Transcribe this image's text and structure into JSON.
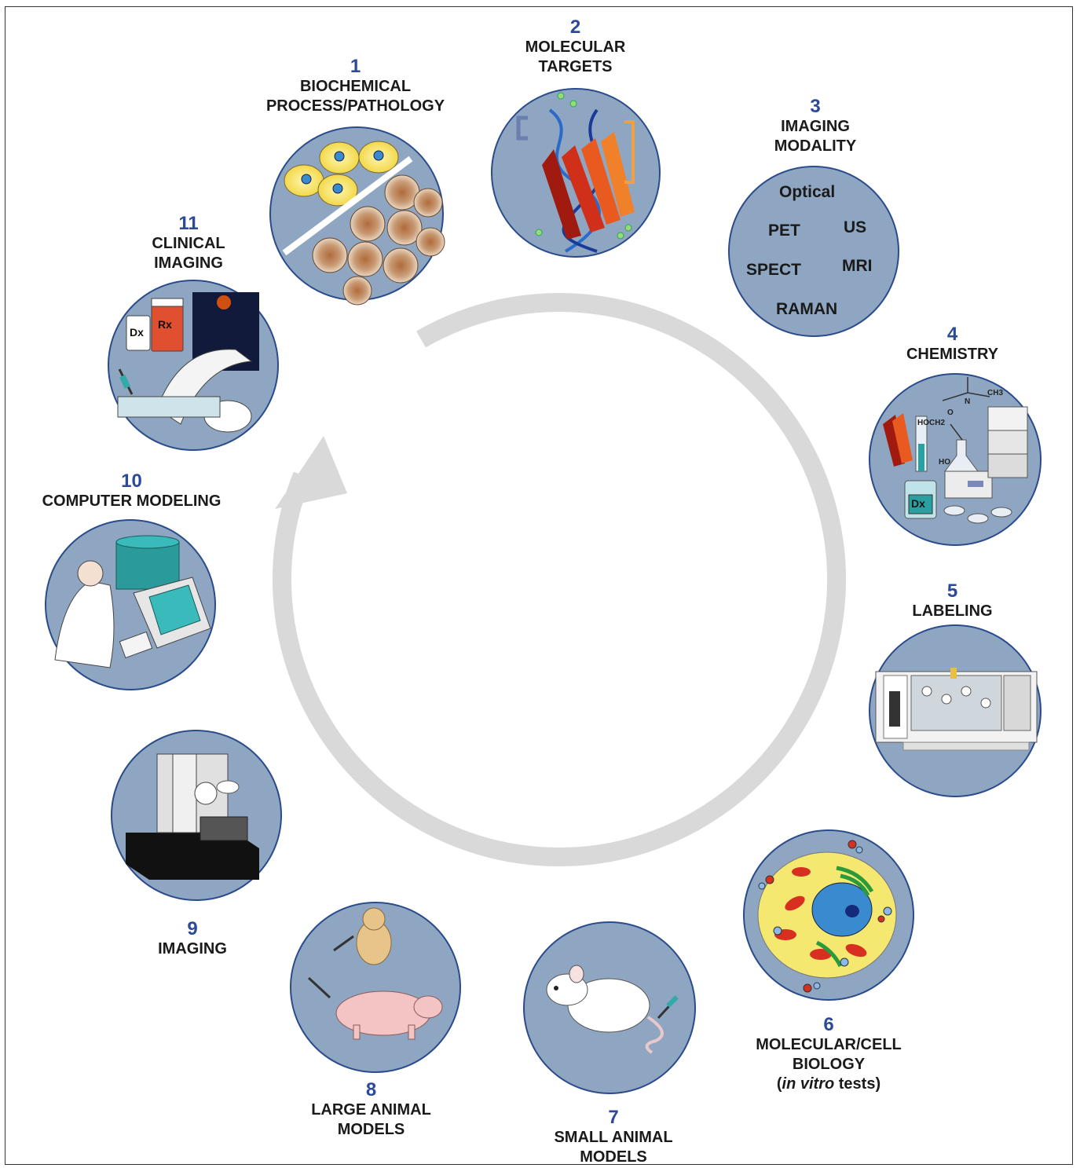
{
  "steps": [
    {
      "number": "1",
      "title": "BIOCHEMICAL\nPROCESS/PATHOLOGY"
    },
    {
      "number": "2",
      "title": "MOLECULAR\nTARGETS"
    },
    {
      "number": "3",
      "title": "IMAGING\nMODALITY"
    },
    {
      "number": "4",
      "title": "CHEMISTRY"
    },
    {
      "number": "5",
      "title": "LABELING"
    },
    {
      "number": "6",
      "title": "MOLECULAR/CELL\nBIOLOGY",
      "subtitle_italic": "in vitro",
      "subtitle_rest": " tests)"
    },
    {
      "number": "7",
      "title": "SMALL ANIMAL\nMODELS"
    },
    {
      "number": "8",
      "title": "LARGE ANIMAL\nMODELS"
    },
    {
      "number": "9",
      "title": "IMAGING"
    },
    {
      "number": "10",
      "title": "COMPUTER MODELING"
    },
    {
      "number": "11",
      "title": "CLINICAL\nIMAGING"
    }
  ],
  "modalities": [
    "Optical",
    "PET",
    "US",
    "SPECT",
    "MRI",
    "RAMAN"
  ],
  "chemistry_labels": {
    "ch3": "CH3",
    "hoch2": "HOCH2",
    "n": "N",
    "o": "O",
    "ho": "HO",
    "dx": "Dx"
  },
  "clinical_labels": {
    "dx": "Dx",
    "rx": "Rx"
  },
  "colors": {
    "circle_fill": "#8fa6c2",
    "circle_stroke": "#2a4b8c",
    "cycle_arrow": "#d9d9d9",
    "number": "#2b4a9a"
  }
}
